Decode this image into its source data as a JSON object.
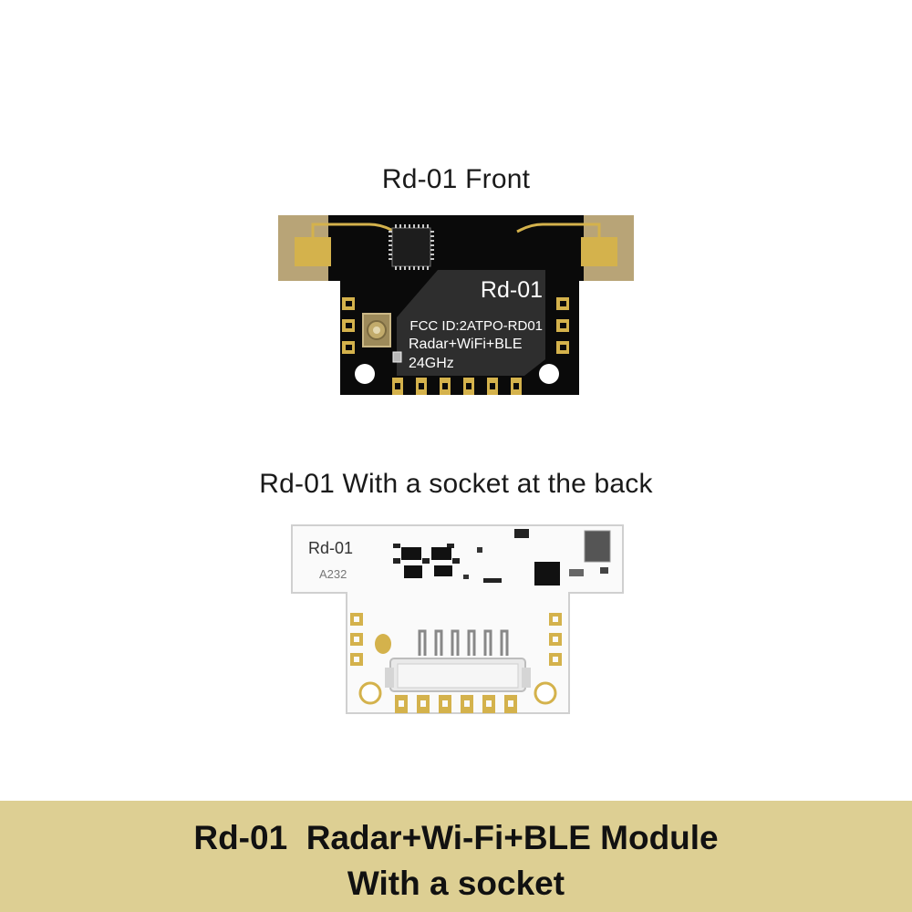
{
  "front": {
    "caption": "Rd-01 Front",
    "label_model": "Rd-01",
    "label_fcc": "FCC ID:2ATPO-RD01",
    "label_features": "Radar+WiFi+BLE",
    "label_freq": "24GHz"
  },
  "back": {
    "caption": "Rd-01 With a socket at the back",
    "silk_model": "Rd-01",
    "silk_code": "A232"
  },
  "banner": {
    "line1": "Rd-01  Radar+Wi-Fi+BLE Module",
    "line2": "With a socket",
    "color": "#ddcf93"
  },
  "colors": {
    "pcb_black": "#0a0a0a",
    "antenna_substrate": "#b8a477",
    "gold": "#d4b24c",
    "shield": "#2e2e2e",
    "pcb_white": "#fafafa"
  }
}
